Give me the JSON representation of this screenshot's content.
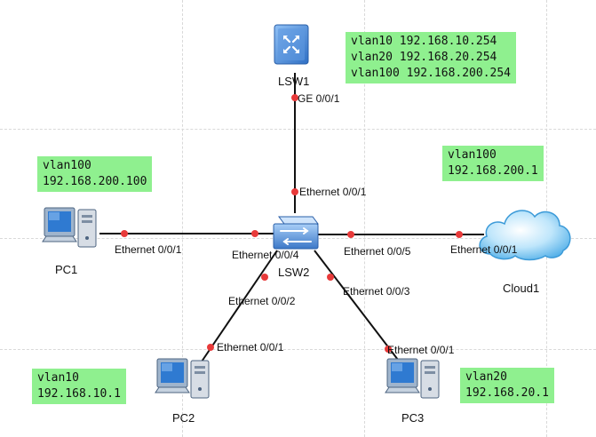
{
  "devices": {
    "lsw1": {
      "label": "LSW1"
    },
    "lsw2": {
      "label": "LSW2"
    },
    "pc1": {
      "label": "PC1"
    },
    "pc2": {
      "label": "PC2"
    },
    "pc3": {
      "label": "PC3"
    },
    "cloud1": {
      "label": "Cloud1"
    }
  },
  "notes": {
    "lsw1": [
      "vlan10 192.168.10.254",
      "vlan20 192.168.20.254",
      "vlan100 192.168.200.254"
    ],
    "pc1": [
      "vlan100",
      "192.168.200.100"
    ],
    "cloud1": [
      "vlan100",
      "192.168.200.1"
    ],
    "pc2": [
      "vlan10",
      "192.168.10.1"
    ],
    "pc3": [
      "vlan20",
      "192.168.20.1"
    ]
  },
  "ports": {
    "lsw1_ge": "GE 0/0/1",
    "lsw2_up": "Ethernet 0/0/1",
    "pc1_eth": "Ethernet 0/0/1",
    "lsw2_e4": "Ethernet 0/0/4",
    "lsw2_e5": "Ethernet 0/0/5",
    "cloud_eth": "Ethernet 0/0/1",
    "lsw2_e2": "Ethernet 0/0/2",
    "lsw2_e3": "Ethernet 0/0/3",
    "pc2_eth": "Ethernet 0/0/1",
    "pc3_eth": "Ethernet 0/0/1"
  },
  "colors": {
    "note_bg": "#8ff08f",
    "link": "#111111",
    "port_dot": "#e83a3a",
    "switch_blue": "#4a86d6"
  }
}
